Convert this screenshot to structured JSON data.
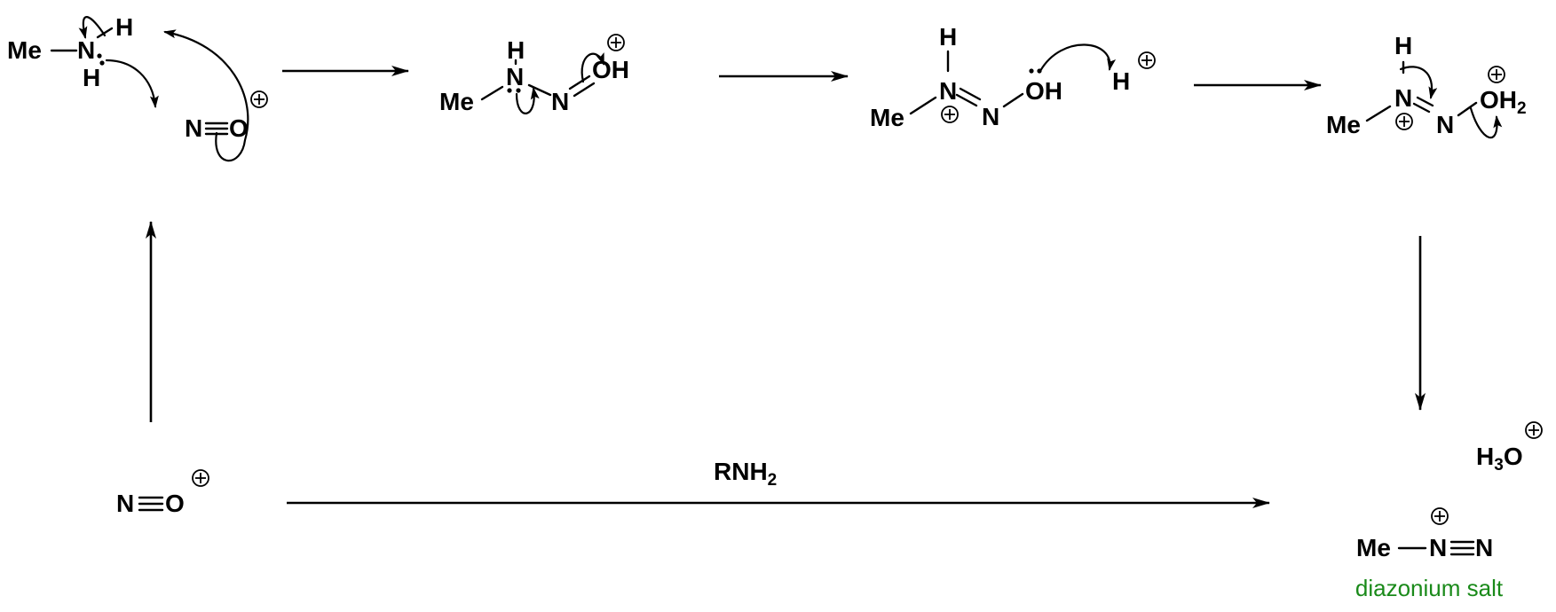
{
  "colors": {
    "ink": "#000000",
    "label": "#1a8a1a"
  },
  "atoms": {
    "me": "Me",
    "n": "N",
    "o": "O",
    "h": "H",
    "oh": "OH",
    "oh2": "OH",
    "h3o": "H",
    "sub2": "2",
    "sub3": "3",
    "rnh": "RNH"
  },
  "labels": {
    "product": "diazonium salt"
  }
}
